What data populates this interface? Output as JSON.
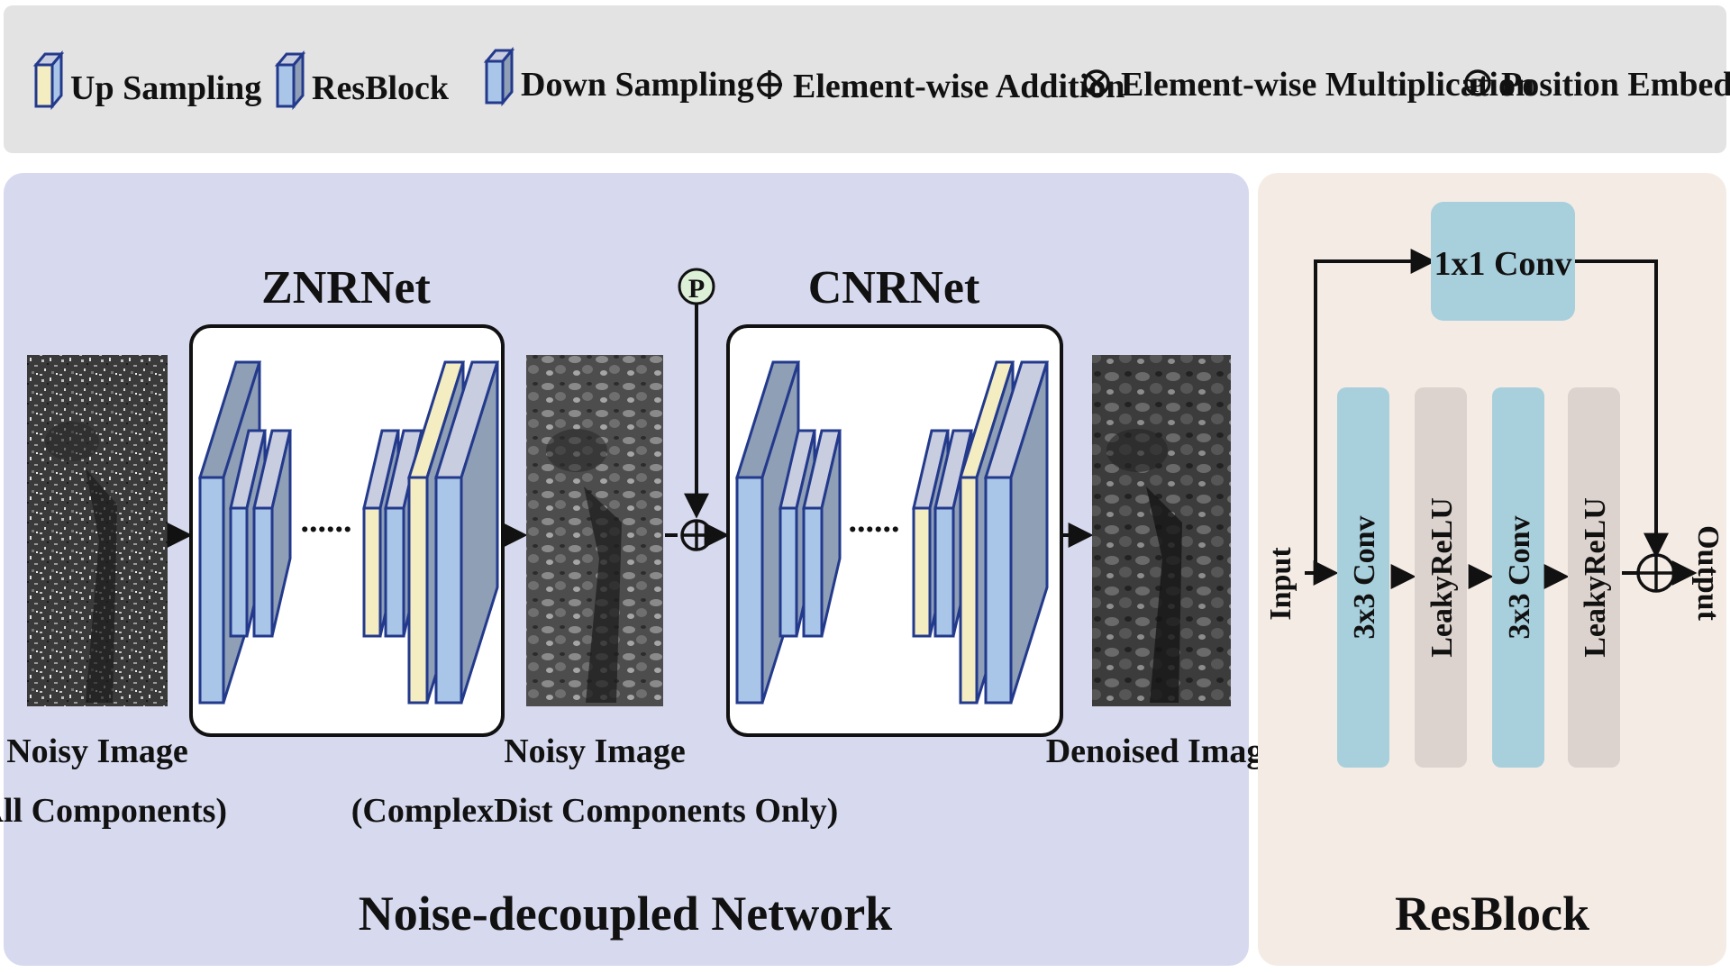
{
  "legend": {
    "items": [
      {
        "icon": "cube-yellow-icon",
        "label": "Up Sampling"
      },
      {
        "icon": "cube-blue-icon",
        "label": "ResBlock"
      },
      {
        "icon": "cube-blue-icon",
        "label": "Down Sampling"
      },
      {
        "icon": "element-wise-addition-icon",
        "label": "Element-wise Addition"
      },
      {
        "icon": "element-wise-multiplication-icon",
        "label": "Element-wise Multiplication"
      },
      {
        "icon": "position-embedding-icon",
        "label": "Position Embedding"
      }
    ]
  },
  "network": {
    "title": "Noise-decoupled Network",
    "znrnet_title": "ZNRNet",
    "cnrnet_title": "CNRNet",
    "dots": "......",
    "p_symbol": "P",
    "noisy_all_line1": "Noisy Image",
    "noisy_all_line2": "(All Components)",
    "noisy_cd_line1": "Noisy Image",
    "noisy_cd_line2": "(ComplexDist Components Only)",
    "denoised": "Denoised Image"
  },
  "resblock": {
    "title": "ResBlock",
    "input": "Input",
    "output": "Output",
    "conv1x1": "1x1 Conv",
    "blocks": [
      "3x3 Conv",
      "LeakyReLU",
      "3x3 Conv",
      "LeakyReLU"
    ]
  },
  "colors": {
    "legend_bg": "#e3e3e3",
    "network_bg": "#d7d9ee",
    "resblock_bg": "#f4ebe4",
    "conv_block": "#a8cfdc",
    "relu_block": "#ddd3ce",
    "blue_layer": "#a9c6e8",
    "yellow_layer": "#f4edc2",
    "side_face": "#8f9fb6",
    "outline": "#233a8c"
  }
}
